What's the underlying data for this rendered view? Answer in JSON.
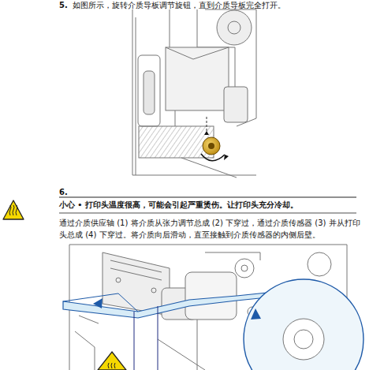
{
  "diagram": {
    "labels": [
      "5.",
      "如图所示，旋转介质导板调节旋钮，直到介质导板完全打开。",
      "6.",
      "小心 • 打印头温度很高，可能会引起严重烫伤。让打印头充分冷却。",
      "通过介质供应轴 (1) 将介质从张力调节总成 (2) 下穿过，通过介质传感器 (3) 并从打印头总成 (4) 下穿过。将介质向后滑动，直至接触到介质传感器的内侧后壁。"
    ]
  }
}
